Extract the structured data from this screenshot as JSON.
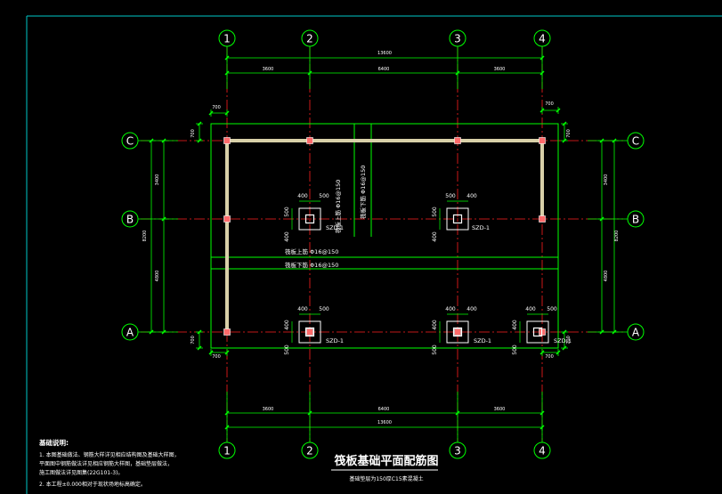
{
  "drawing": {
    "title": "筏板基础平面配筋图",
    "subtitle": "基础垫层为150厚C15素混凝土",
    "notes_heading": "基础说明:",
    "notes": [
      "1. 本图基础做法、钢筋大样详见相应结构图及基础大样图，",
      "   平面图中钢筋做法详见相应钢筋大样图，基础垫层做法，",
      "   施工图做法详见图集(22G101-3)。",
      "2. 本工程±0.000相对于现状场地标高确定。"
    ]
  },
  "grid": {
    "columns": [
      "1",
      "2",
      "3",
      "4"
    ],
    "rows": [
      "C",
      "B",
      "A"
    ]
  },
  "dimensions": {
    "top_total": "13600",
    "top_spans": [
      "3600",
      "6400",
      "3600"
    ],
    "bottom_total": "13600",
    "bottom_spans": [
      "3600",
      "6400",
      "3600"
    ],
    "left_spans": [
      "3400",
      "4800"
    ],
    "left_total": "8200",
    "right_spans": [
      "3400",
      "4800"
    ],
    "right_total": "8200",
    "overhang": "700"
  },
  "rebar_labels": {
    "top_bar_v": "筏板上筋 Φ16@150",
    "bottom_bar_v": "筏板下筋 Φ16@150",
    "top_bar_h": "筏板上筋 Φ16@150",
    "bottom_bar_h": "筏板下筋 Φ16@150"
  },
  "column_pads": [
    {
      "label": "SZD-1",
      "left": "400",
      "right": "500",
      "up": "500",
      "down": "400"
    },
    {
      "label": "SZD-1",
      "left": "500",
      "right": "400",
      "up": "500",
      "down": "400"
    },
    {
      "label": "SZD-1",
      "left": "400",
      "right": "500",
      "up": "400",
      "down": "500"
    },
    {
      "label": "SZD-1",
      "left": "400",
      "right": "400",
      "up": "400",
      "down": "500"
    },
    {
      "label": "SZD-1",
      "left": "400",
      "right": "500",
      "up": "400",
      "down": "500"
    }
  ],
  "colors": {
    "background": "#000000",
    "frame": "#00c8c8",
    "dim": "#00ff00",
    "axis": "#ff2020",
    "wall": "#d8d0a8",
    "node": "#ff6a6a",
    "text": "#ffffff",
    "title": "#ffffff"
  }
}
